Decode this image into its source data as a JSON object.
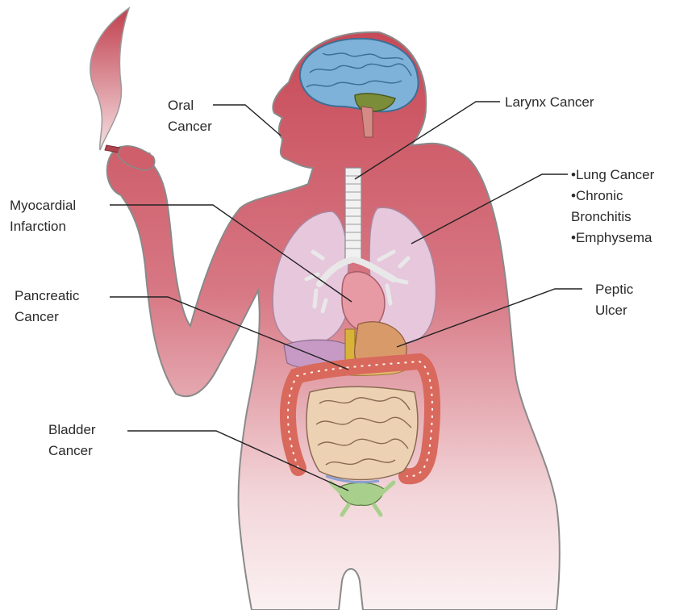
{
  "labels": {
    "oral": [
      "Oral",
      "Cancer"
    ],
    "larynx": [
      "Larynx Cancer"
    ],
    "lung": [
      "•Lung Cancer",
      "•Chronic",
      "Bronchitis",
      "•Emphysema"
    ],
    "myocardial": [
      "Myocardial",
      "Infarction"
    ],
    "pancreatic": [
      "Pancreatic",
      "Cancer"
    ],
    "peptic": [
      "Peptic",
      "Ulcer"
    ],
    "bladder": [
      "Bladder",
      "Cancer"
    ]
  },
  "colors": {
    "body_top": "#c84a57",
    "body_bottom": "#fbf1f2",
    "outline": "#8a8a8a",
    "brain": "#7fb2d8",
    "lungs": "#e7c7dc",
    "trachea": "#f1f1f1",
    "intestine": "#ecd2b3",
    "colon": "#d9695c",
    "stomach": "#d99a6a",
    "bladder": "#a8d08c",
    "smoke": "#c0404e",
    "leader": "#222222"
  },
  "icons": {
    "body": "female-body-silhouette",
    "brain": "brain-icon",
    "smoke": "cigarette-smoke-icon"
  }
}
